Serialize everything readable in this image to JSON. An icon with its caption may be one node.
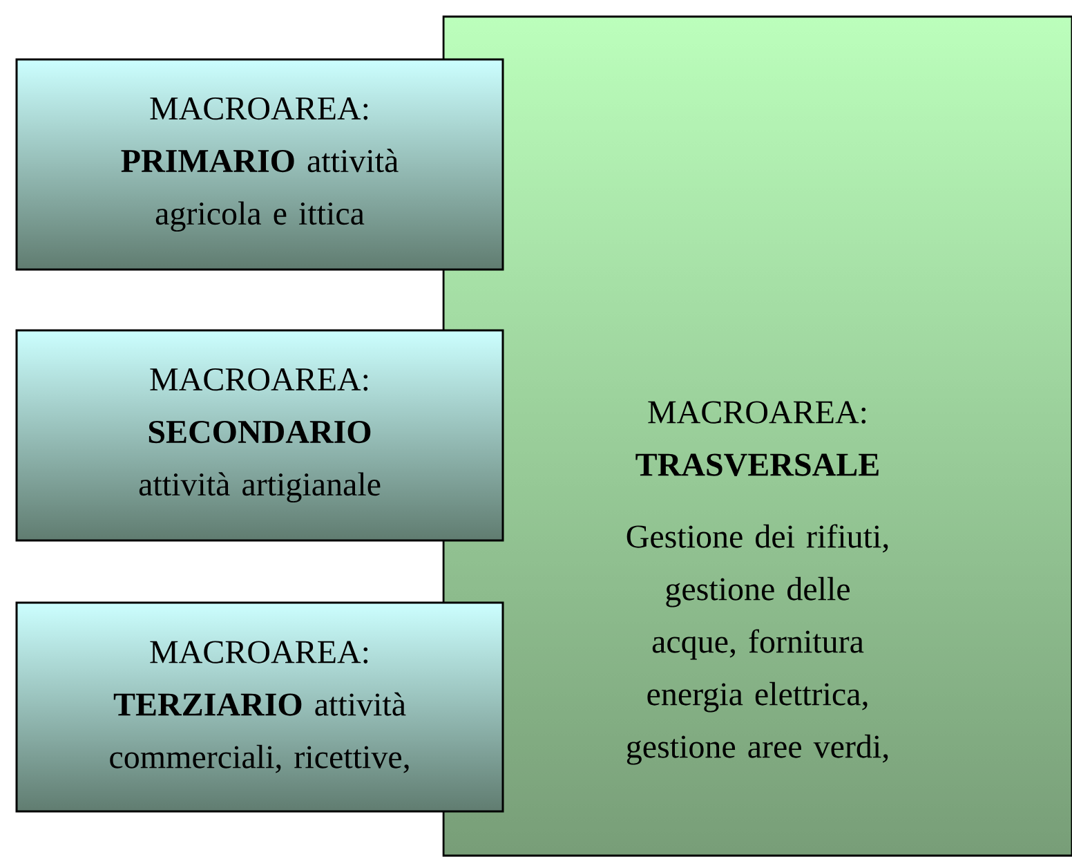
{
  "diagram": {
    "nodes": [
      {
        "text": [
          "MACROAREA:",
          "**PRIMARIO** attività agricola e ittica"
        ]
      },
      {
        "text": [
          "MACROAREA:",
          "**SECONDARIO** attività artigianale"
        ]
      },
      {
        "text": [
          "MACROAREA:",
          "**TERZIARIO** attività commerciali, ricettive,"
        ]
      },
      {
        "text": [
          "MACROAREA:",
          "TRASVERSALE",
          "Gestione dei rifiuti, gestione delle acque, fornitura energia elettrica, gestione aree verdi,"
        ]
      }
    ]
  }
}
